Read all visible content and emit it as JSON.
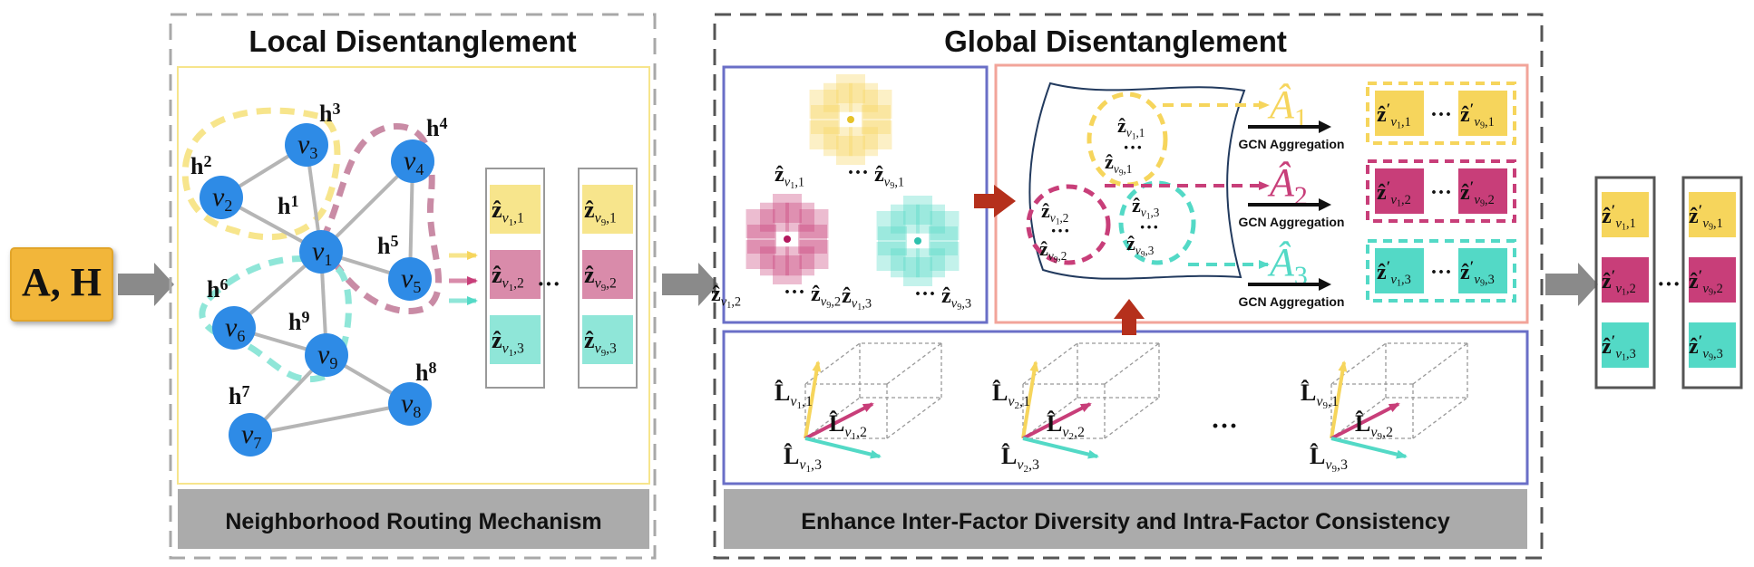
{
  "input_box": {
    "label": "A, H",
    "color": "#F2B63A"
  },
  "local": {
    "title": "Local Disentanglement",
    "caption": "Neighborhood Routing Mechanism",
    "nodes": [
      {
        "id": "v1",
        "sub": "1",
        "h": "h",
        "hsub": "1"
      },
      {
        "id": "v2",
        "sub": "2",
        "h": "h",
        "hsub": "2"
      },
      {
        "id": "v3",
        "sub": "3",
        "h": "h",
        "hsub": "3"
      },
      {
        "id": "v4",
        "sub": "4",
        "h": "h",
        "hsub": "4"
      },
      {
        "id": "v5",
        "sub": "5",
        "h": "h",
        "hsub": "5"
      },
      {
        "id": "v6",
        "sub": "6",
        "h": "h",
        "hsub": "6"
      },
      {
        "id": "v7",
        "sub": "7",
        "h": "h",
        "hsub": "7"
      },
      {
        "id": "v8",
        "sub": "8",
        "h": "h",
        "hsub": "8"
      },
      {
        "id": "v9",
        "sub": "9",
        "h": "h",
        "hsub": "9"
      }
    ],
    "edges": [
      [
        "v1",
        "v2"
      ],
      [
        "v1",
        "v3"
      ],
      [
        "v1",
        "v4"
      ],
      [
        "v1",
        "v5"
      ],
      [
        "v1",
        "v6"
      ],
      [
        "v1",
        "v9"
      ],
      [
        "v2",
        "v3"
      ],
      [
        "v4",
        "v5"
      ],
      [
        "v6",
        "v9"
      ],
      [
        "v7",
        "v9"
      ],
      [
        "v7",
        "v8"
      ],
      [
        "v8",
        "v9"
      ]
    ],
    "node_color": "#2E8BE6",
    "factor_colors": [
      "#F7E58C",
      "#D98BAA",
      "#8FE6D8"
    ],
    "vectors": [
      {
        "name": "v",
        "cells": [
          {
            "sym": "ẑ",
            "sub": "v",
            "subsub": "1",
            "idx": ",1"
          },
          {
            "sym": "ẑ",
            "sub": "v",
            "subsub": "1",
            "idx": ",2"
          },
          {
            "sym": "ẑ",
            "sub": "v",
            "subsub": "1",
            "idx": ",3"
          }
        ]
      },
      {
        "name": "v9",
        "cells": [
          {
            "sym": "ẑ",
            "sub": "v",
            "subsub": "9",
            "idx": ",1"
          },
          {
            "sym": "ẑ",
            "sub": "v",
            "subsub": "9",
            "idx": ",2"
          },
          {
            "sym": "ẑ",
            "sub": "v",
            "subsub": "9",
            "idx": ",3"
          }
        ]
      }
    ],
    "ellipsis": "···"
  },
  "global": {
    "title": "Global Disentanglement",
    "caption": "Enhance Inter-Factor Diversity and Intra-Factor Consistency",
    "cluster_colors": [
      "#F6D55C",
      "#C83E79",
      "#53D9C6"
    ],
    "clusters": [
      {
        "labels": [
          "ẑ",
          "v",
          "1",
          ",1",
          "ẑ",
          "v",
          "9",
          ",1"
        ]
      },
      {
        "labels": [
          "ẑ",
          "v",
          "1",
          ",2",
          "ẑ",
          "v",
          "9",
          ",2"
        ]
      },
      {
        "labels": [
          "ẑ",
          "v",
          "1",
          ",3",
          "ẑ",
          "v",
          "9",
          ",3"
        ]
      }
    ],
    "manifold_labels": [
      {
        "sym": "ẑ",
        "n": "1",
        "idx": ",1"
      },
      {
        "sym": "ẑ",
        "n": "9",
        "idx": ",1"
      },
      {
        "sym": "ẑ",
        "n": "1",
        "idx": ",2"
      },
      {
        "sym": "ẑ",
        "n": "9",
        "idx": ",2"
      },
      {
        "sym": "ẑ",
        "n": "1",
        "idx": ",3"
      },
      {
        "sym": "ẑ",
        "n": "9",
        "idx": ",3"
      }
    ],
    "adjacency": [
      {
        "sym": "Â",
        "sub": "1"
      },
      {
        "sym": "Â",
        "sub": "2"
      },
      {
        "sym": "Â",
        "sub": "3"
      }
    ],
    "gcn_label": "GCN Aggregation",
    "outputs": [
      {
        "a": "ẑ",
        "an": "1",
        "ai": ",1",
        "b": "ẑ",
        "bn": "9",
        "bi": ",1"
      },
      {
        "a": "ẑ",
        "an": "1",
        "ai": ",2",
        "b": "ẑ",
        "bn": "9",
        "bi": ",2"
      },
      {
        "a": "ẑ",
        "an": "1",
        "ai": ",3",
        "b": "ẑ",
        "bn": "9",
        "bi": ",3"
      }
    ],
    "basis_groups": [
      {
        "sym": "L̂",
        "n": "1"
      },
      {
        "sym": "L̂",
        "n": "2"
      },
      {
        "sym": "L̂",
        "n": "9"
      }
    ],
    "basis_idx": [
      ",1",
      ",2",
      ",3"
    ],
    "ellipsis": "···"
  },
  "final": {
    "vectors": [
      {
        "n": "1",
        "cells": [
          ",1",
          ",2",
          ",3"
        ]
      },
      {
        "n": "9",
        "cells": [
          ",1",
          ",2",
          ",3"
        ]
      }
    ],
    "sym": "ẑ",
    "prime": "′",
    "ellipsis": "···"
  }
}
